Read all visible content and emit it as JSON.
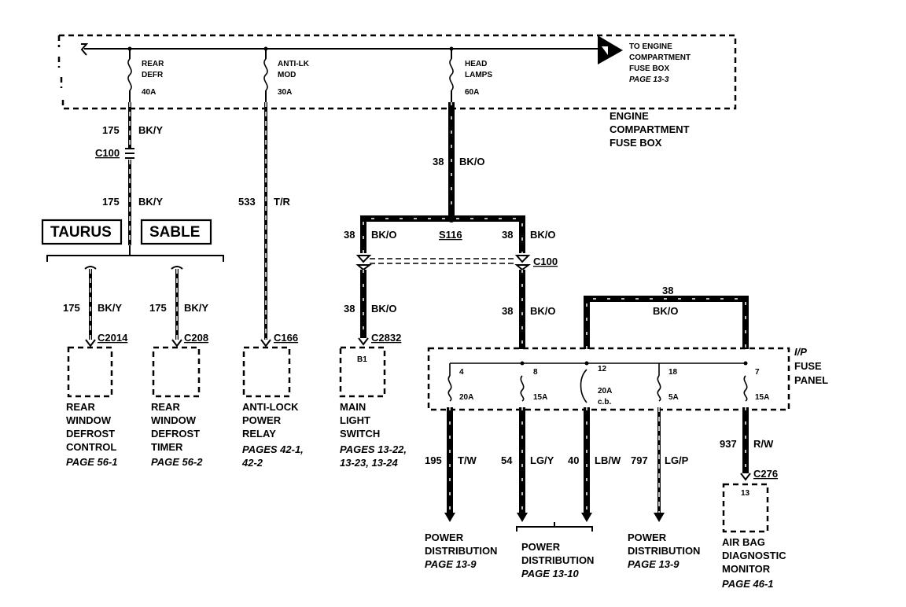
{
  "engine_box": {
    "title_lines": [
      "ENGINE",
      "COMPARTMENT",
      "FUSE BOX"
    ],
    "to_lines": [
      "TO ENGINE",
      "COMPARTMENT",
      "FUSE BOX"
    ],
    "to_page": "PAGE 13-3",
    "fuses": [
      {
        "name_lines": [
          "REAR",
          "DEFR"
        ],
        "amp": "40A"
      },
      {
        "name_lines": [
          "ANTI-LK",
          "MOD"
        ],
        "amp": "30A"
      },
      {
        "name_lines": [
          "HEAD",
          "LAMPS"
        ],
        "amp": "60A"
      }
    ]
  },
  "wires": {
    "w175_a": {
      "num": "175",
      "color": "BK/Y"
    },
    "w175_b": {
      "num": "175",
      "color": "BK/Y"
    },
    "w175_c": {
      "num": "175",
      "color": "BK/Y"
    },
    "w175_d": {
      "num": "175",
      "color": "BK/Y"
    },
    "w533": {
      "num": "533",
      "color": "T/R"
    },
    "w38_top": {
      "num": "38",
      "color": "BK/O"
    },
    "w38_left": {
      "num": "38",
      "color": "BK/O"
    },
    "w38_right": {
      "num": "38",
      "color": "BK/O"
    },
    "w38_left_low": {
      "num": "38",
      "color": "BK/O"
    },
    "w38_right_low": {
      "num": "38",
      "color": "BK/O"
    },
    "w38_bridge": {
      "num": "38",
      "color": "BK/O"
    },
    "w195": {
      "num": "195",
      "color": "T/W"
    },
    "w54": {
      "num": "54",
      "color": "LG/Y"
    },
    "w40": {
      "num": "40",
      "color": "LB/W"
    },
    "w797": {
      "num": "797",
      "color": "LG/P"
    },
    "w937": {
      "num": "937",
      "color": "R/W"
    }
  },
  "connectors": {
    "c100_left": "C100",
    "c100_right": "C100",
    "s116": "S116",
    "c2014": "C2014",
    "c208": "C208",
    "c166": "C166",
    "c2832": "C2832",
    "c276": "C276"
  },
  "models": {
    "taurus": "TAURUS",
    "sable": "SABLE"
  },
  "components": {
    "rear_defrost_control": {
      "lines": [
        "REAR",
        "WINDOW",
        "DEFROST",
        "CONTROL"
      ],
      "page": "PAGE 56-1"
    },
    "rear_defrost_timer": {
      "lines": [
        "REAR",
        "WINDOW",
        "DEFROST",
        "TIMER"
      ],
      "page": "PAGE 56-2"
    },
    "antilock_relay": {
      "lines": [
        "ANTI-LOCK",
        "POWER",
        "RELAY"
      ],
      "page_lines": [
        "PAGES 42-1,",
        "42-2"
      ]
    },
    "main_light_switch": {
      "lines": [
        "MAIN",
        "LIGHT",
        "SWITCH"
      ],
      "pin": "B1",
      "page_lines": [
        "PAGES 13-22,",
        "13-23, 13-24"
      ]
    },
    "airbag_monitor": {
      "lines": [
        "AIR BAG",
        "DIAGNOSTIC",
        "MONITOR"
      ],
      "pin": "13",
      "page": "PAGE 46-1"
    }
  },
  "ip_panel": {
    "title_lines": [
      "I/P",
      "FUSE",
      "PANEL"
    ],
    "fuses": [
      {
        "num": "4",
        "amp": "20A"
      },
      {
        "num": "8",
        "amp": "15A"
      },
      {
        "num": "12",
        "amp": "20A",
        "note": "c.b."
      },
      {
        "num": "18",
        "amp": "5A"
      },
      {
        "num": "7",
        "amp": "15A"
      }
    ]
  },
  "power_dist": [
    {
      "lines": [
        "POWER",
        "DISTRIBUTION"
      ],
      "page": "PAGE 13-9"
    },
    {
      "lines": [
        "POWER",
        "DISTRIBUTION"
      ],
      "page": "PAGE 13-10"
    },
    {
      "lines": [
        "POWER",
        "DISTRIBUTION"
      ],
      "page": "PAGE 13-9"
    }
  ]
}
